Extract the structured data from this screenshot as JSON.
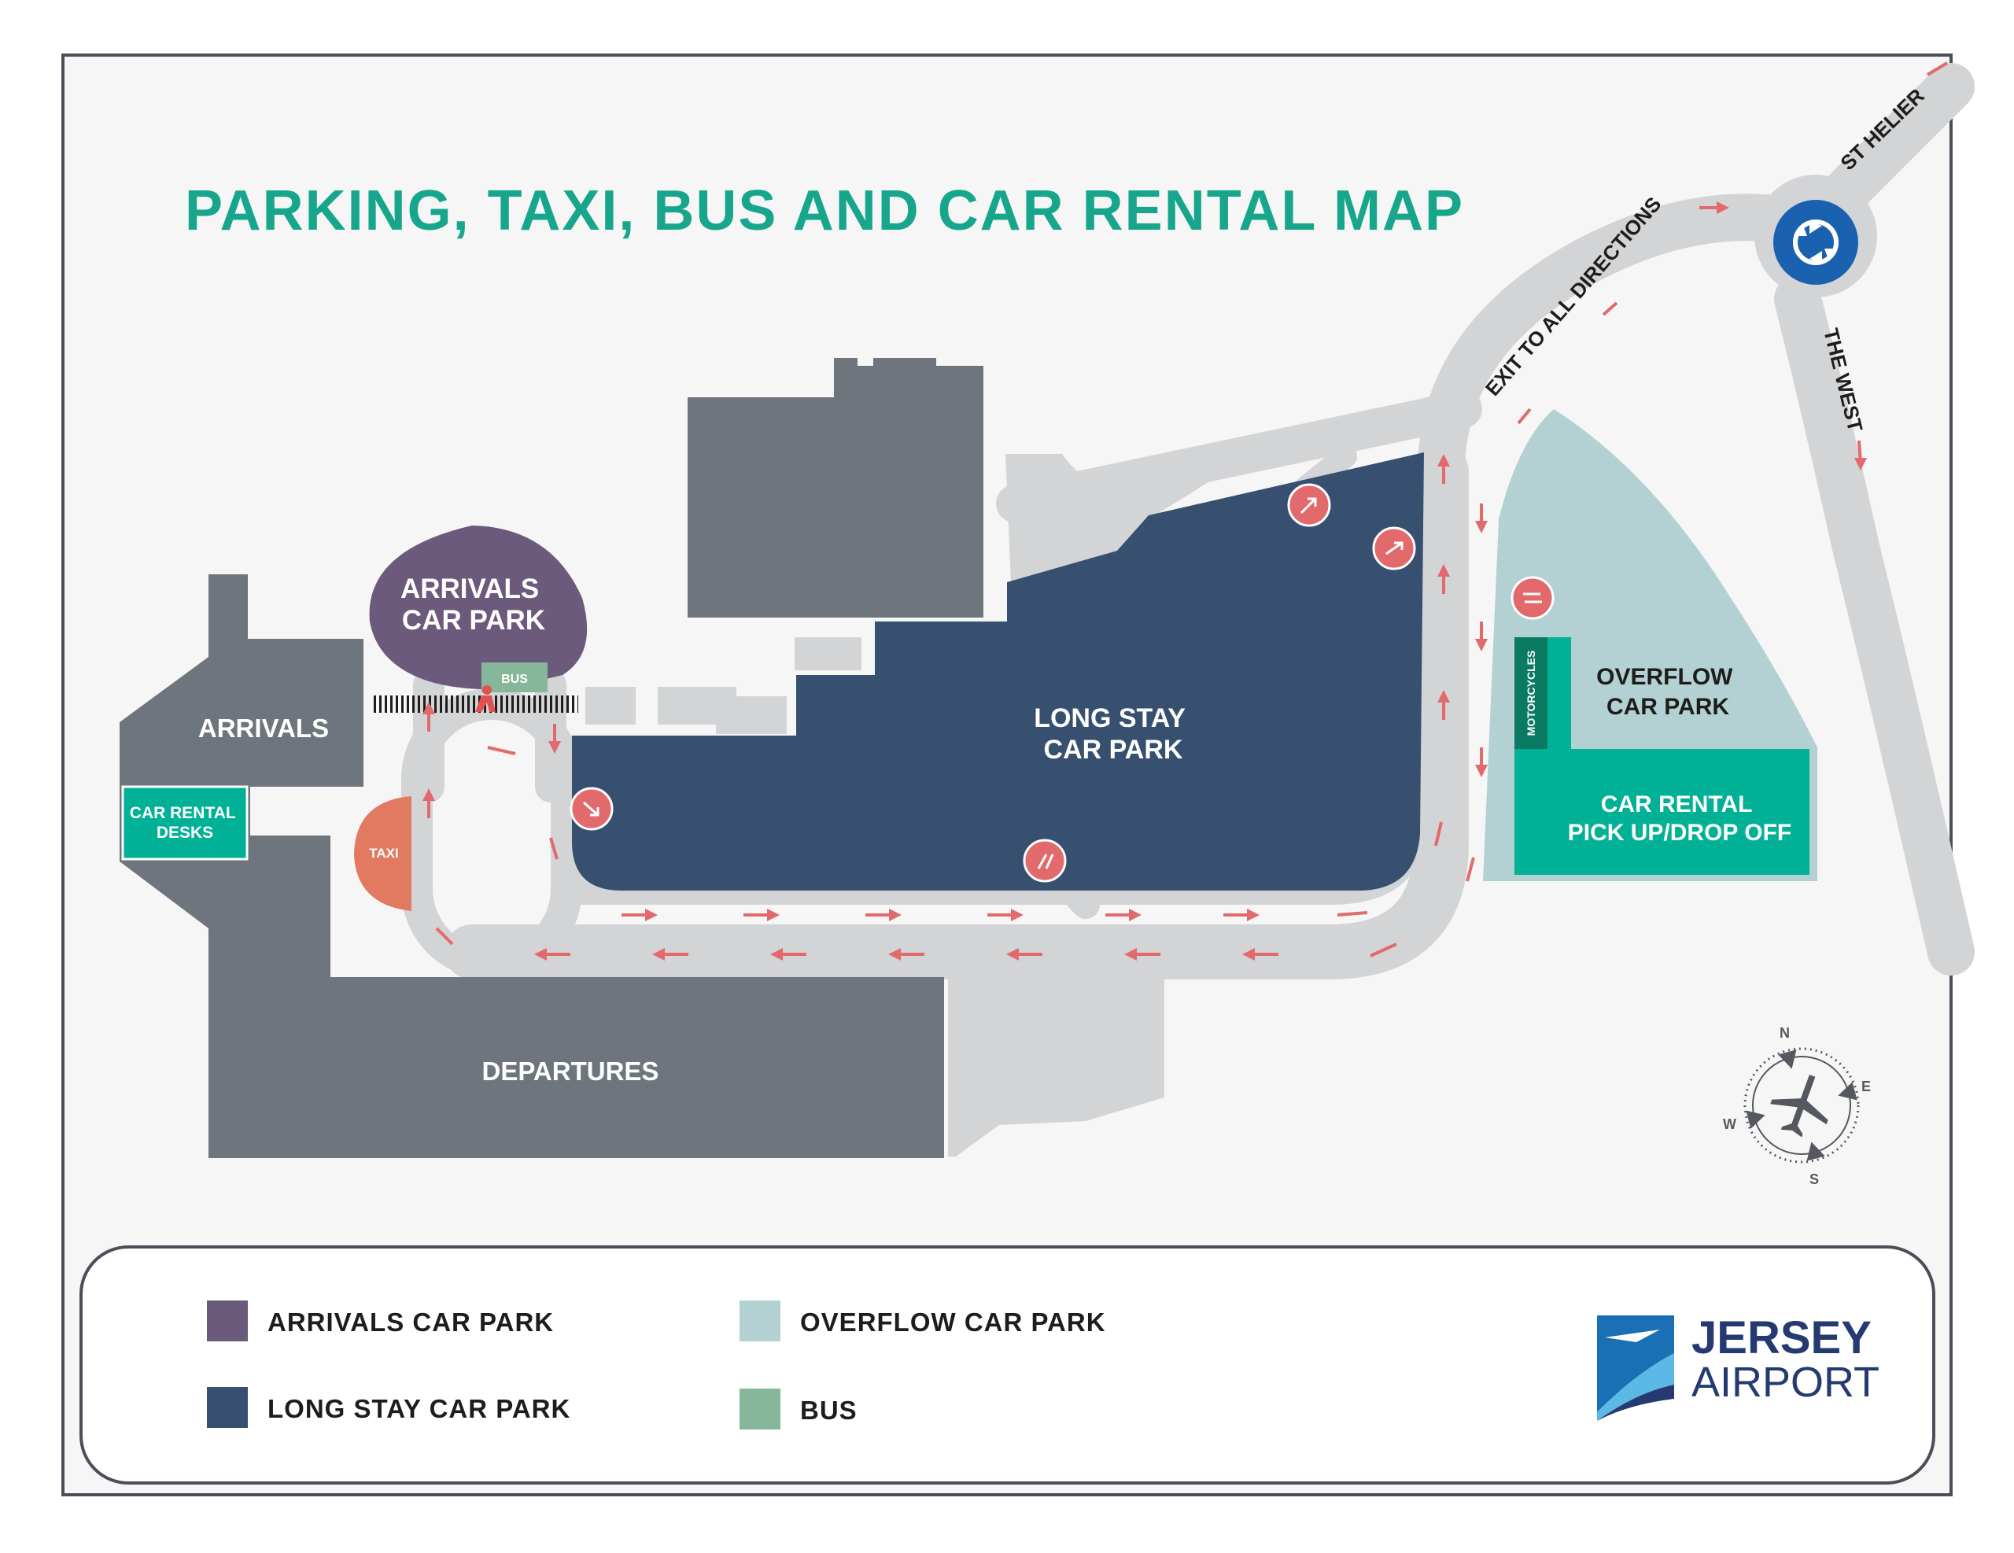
{
  "title": "PARKING, TAXI, BUS AND CAR RENTAL MAP",
  "colors": {
    "title": "#17a68c",
    "arrivals_car_park": "#6b5a7c",
    "long_stay_car_park": "#375070",
    "overflow_car_park": "#b3d1d3",
    "bus": "#86b79a",
    "car_rental": "#00b196",
    "terminal": "#6e757c",
    "taxi": "#e17a60",
    "arrow": "#e26a6c",
    "road": "#d3d4d6",
    "roundabout": "#1a62b0"
  },
  "map": {
    "areas": {
      "arrivals_car_park": "ARRIVALS\nCAR PARK",
      "long_stay": "LONG STAY\nCAR PARK",
      "overflow": "OVERFLOW\nCAR PARK",
      "car_rental_pickup": "CAR RENTAL\nPICK UP/DROP OFF",
      "arrivals": "ARRIVALS",
      "departures": "DEPARTURES",
      "car_rental_desks": "CAR RENTAL\nDESKS",
      "taxi": "TAXI",
      "bus": "BUS",
      "motorcycles": "MOTORCYCLES"
    },
    "roads": {
      "exit": "EXIT TO ALL DIRECTIONS",
      "st_helier": "ST HELIER",
      "the_west": "THE WEST"
    },
    "compass": {
      "n": "N",
      "e": "E",
      "s": "S",
      "w": "W"
    }
  },
  "legend": [
    {
      "label": "ARRIVALS CAR PARK",
      "color": "#6b5a7c"
    },
    {
      "label": "LONG STAY CAR PARK",
      "color": "#375070"
    },
    {
      "label": "OVERFLOW CAR PARK",
      "color": "#b3d1d3"
    },
    {
      "label": "BUS",
      "color": "#86b79a"
    }
  ],
  "logo": {
    "line1": "JERSEY",
    "line2": "AIRPORT"
  }
}
